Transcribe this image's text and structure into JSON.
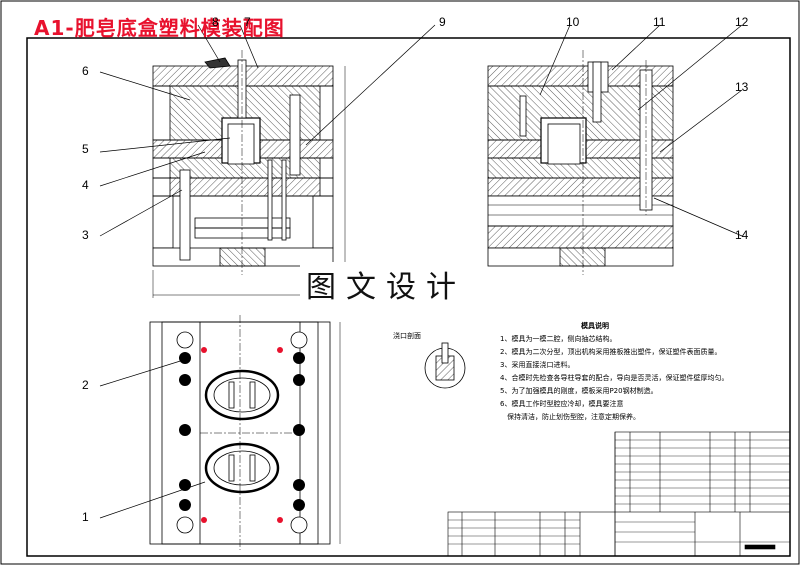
{
  "title": "A1-肥皂底盒塑料模装配图",
  "watermark": "图文设计",
  "callouts": [
    "1",
    "2",
    "3",
    "4",
    "5",
    "6",
    "7",
    "8",
    "9",
    "10",
    "11",
    "12",
    "13",
    "14"
  ],
  "gate_view_label": "浇口剖面",
  "notes": {
    "heading": "模具说明",
    "lines": [
      "1、模具为一模二腔，侧向抽芯结构。",
      "2、模具为二次分型，顶出机构采用推板推出塑件，保证塑件表面质量。",
      "3、采用直接浇口进料。",
      "4、合模时先检查各导柱导套的配合，导向是否灵活，保证塑件壁厚均匀。",
      "5、为了加强模具的刚度，模板采用P20钢材制造。",
      "6、模具工作时型腔应冷却，模具要注意",
      "　保持清洁，防止划伤型腔，注意定期保养。"
    ]
  },
  "colors": {
    "title": "#e8112d",
    "line": "#000000",
    "hatch": "#333333"
  }
}
